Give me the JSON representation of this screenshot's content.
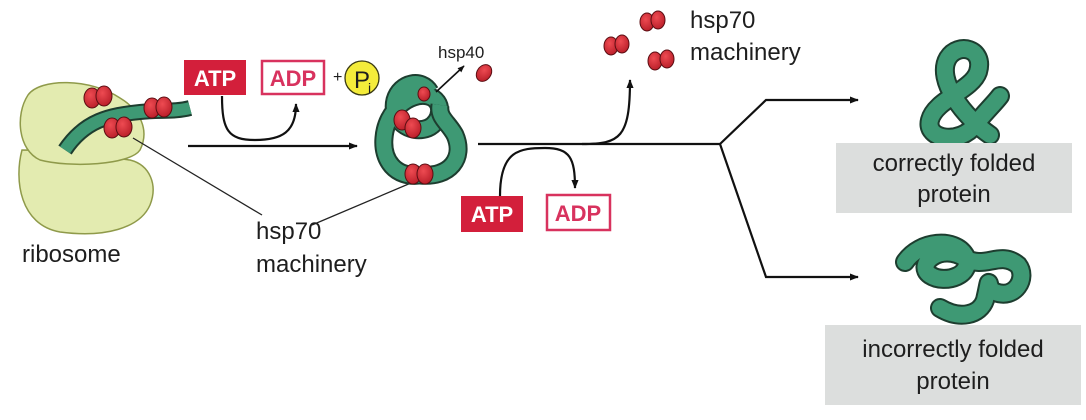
{
  "labels": {
    "ribosome": "ribosome",
    "hsp70_left_line1": "hsp70",
    "hsp70_left_line2": "machinery",
    "hsp70_right_line1": "hsp70",
    "hsp70_right_line2": "machinery",
    "hsp40": "hsp40",
    "correct_line1": "correctly folded",
    "correct_line2": "protein",
    "incorrect_line1": "incorrectly folded",
    "incorrect_line2": "protein"
  },
  "molecules": {
    "atp": "ATP",
    "adp": "ADP",
    "plus": "+",
    "pi_main": "P",
    "pi_sub": "i"
  },
  "colors": {
    "protein_chain": "#3e9974",
    "chaperone": "#d72b35",
    "atp_fill": "#d31f3b",
    "adp_stroke": "#d8325e",
    "ribosome": "#e3ebb0",
    "phosphate": "#f4ec3a",
    "outcome_box": "#dcdedd"
  }
}
